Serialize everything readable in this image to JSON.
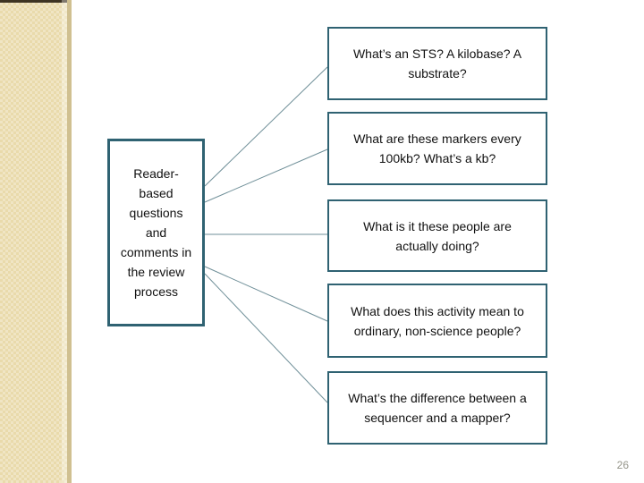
{
  "slide": {
    "page_number": "26"
  },
  "diagram": {
    "center_box": {
      "text": "Reader-based questions and comments in the review process"
    },
    "question_boxes": [
      {
        "text": "What’s an STS? A kilobase? A substrate?"
      },
      {
        "text": "What are these markers every 100kb? What’s a kb?"
      },
      {
        "text": "What is it these people are actually doing?"
      },
      {
        "text": "What does this activity mean to ordinary, non-science people?"
      },
      {
        "text": "What’s the difference between a sequencer and a mapper?"
      }
    ]
  },
  "colors": {
    "slide_bg": "#ffffff",
    "box_border": "#2f6272",
    "connector": "#6f8f98",
    "band_base": "#e9daab",
    "band_edge": "#d0c091",
    "band_topline": "#3e3423",
    "page_number": "#95958a"
  }
}
